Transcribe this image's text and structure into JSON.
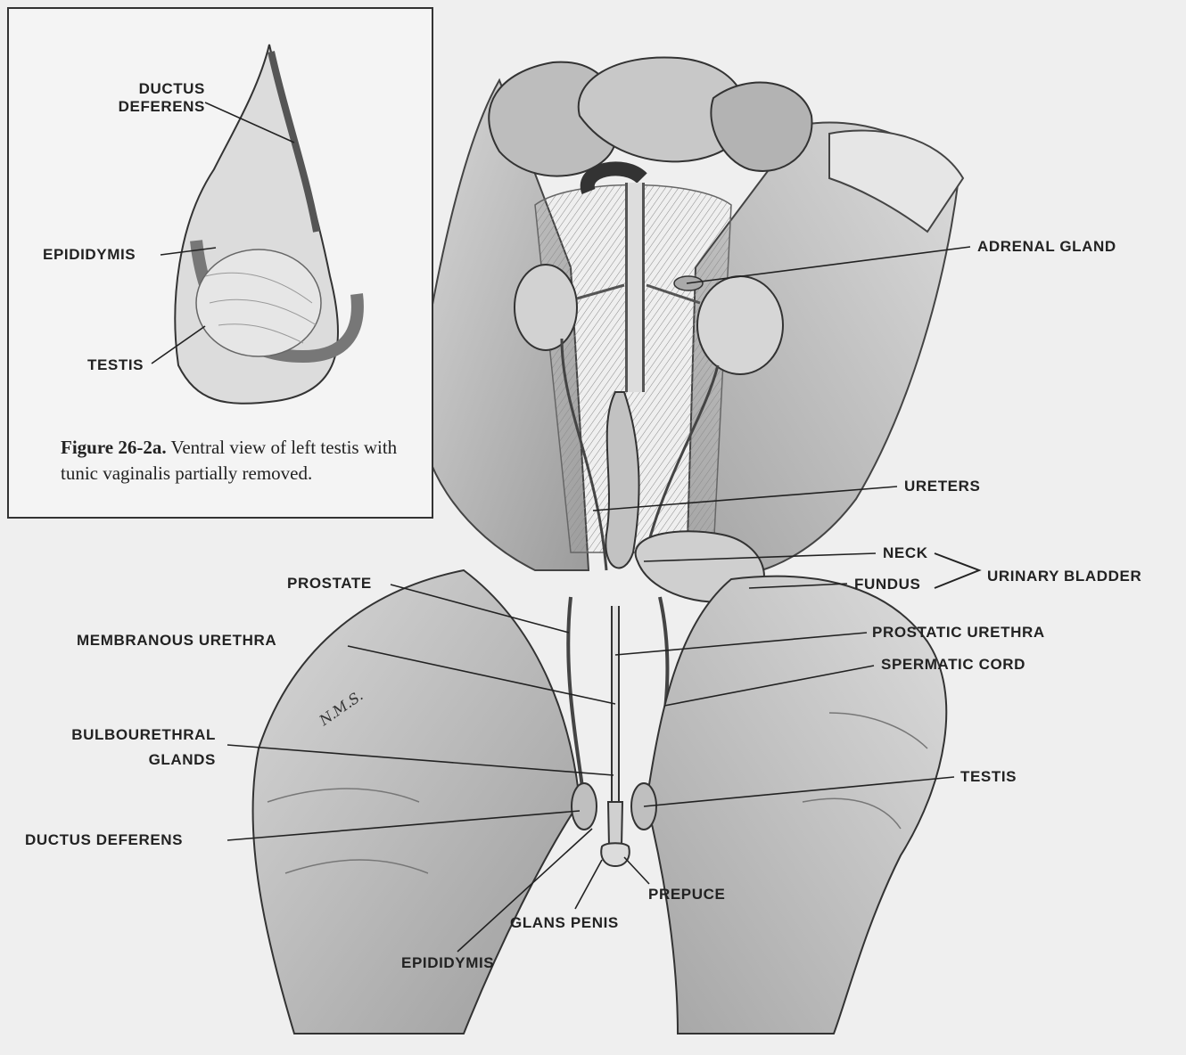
{
  "figure": {
    "caption_number": "Figure 26-2a.",
    "caption_text": "Ventral view of left testis with tunic vaginalis partially removed."
  },
  "inset_labels": {
    "ductus_deferens_line1": "DUCTUS",
    "ductus_deferens_line2": "DEFERENS",
    "epididymis": "EPIDIDYMIS",
    "testis": "TESTIS"
  },
  "main_labels": {
    "adrenal_gland": "ADRENAL GLAND",
    "ureters": "URETERS",
    "neck": "NECK",
    "fundus": "FUNDUS",
    "urinary_bladder": "URINARY BLADDER",
    "prostate": "PROSTATE",
    "membranous_urethra": "MEMBRANOUS URETHRA",
    "prostatic_urethra": "PROSTATIC URETHRA",
    "spermatic_cord": "SPERMATIC CORD",
    "bulbourethral_line1": "BULBOURETHRAL",
    "bulbourethral_line2": "GLANDS",
    "testis": "TESTIS",
    "ductus_deferens": "DUCTUS DEFERENS",
    "prepuce": "PREPUCE",
    "glans_penis": "GLANS PENIS",
    "epididymis": "EPIDIDYMIS"
  },
  "colors": {
    "paper": "#efefef",
    "ink": "#222222",
    "shade": "#9a9a9a"
  }
}
